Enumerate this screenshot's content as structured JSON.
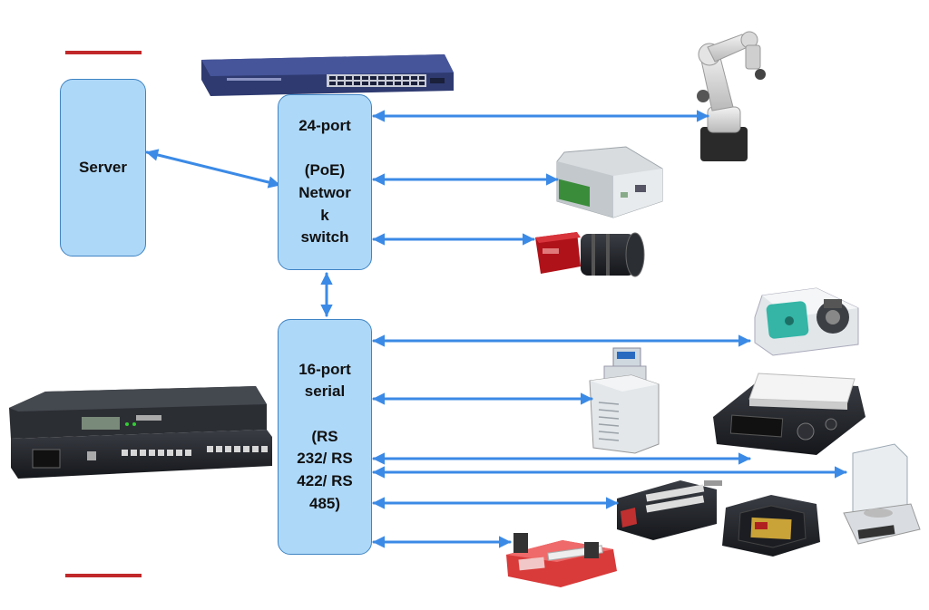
{
  "colors": {
    "box_fill": "#aed8f8",
    "box_border": "#3f84c4",
    "arrow": "#3b8ae6",
    "accent_line": "#c0282a"
  },
  "nodes": {
    "server": {
      "label": "Server"
    },
    "network_switch": {
      "label": "24-port\n\n(PoE)\nNetwor\nk\nswitch"
    },
    "serial_hub": {
      "label": "16-port\nserial\n\n(RS\n232/ RS\n422/ RS\n485)"
    }
  },
  "devices": [
    {
      "id": "poe-network-switch-hardware",
      "icon": "network-switch-icon"
    },
    {
      "id": "robot-arm",
      "icon": "robot-arm-icon"
    },
    {
      "id": "io-controller-module",
      "icon": "io-module-icon"
    },
    {
      "id": "industrial-camera",
      "icon": "camera-icon"
    },
    {
      "id": "serial-device-server-hardware",
      "icon": "serial-server-icon"
    },
    {
      "id": "peristaltic-pump",
      "icon": "peristaltic-pump-icon"
    },
    {
      "id": "chiller-thermostat",
      "icon": "chiller-icon"
    },
    {
      "id": "hotplate-stirrer",
      "icon": "hotplate-icon"
    },
    {
      "id": "analytical-balance",
      "icon": "balance-icon"
    },
    {
      "id": "dual-syringe-pump",
      "icon": "syringe-pump-icon"
    },
    {
      "id": "touchscreen-controller",
      "icon": "touchscreen-icon"
    },
    {
      "id": "syringe-pump",
      "icon": "syringe-pump-icon"
    }
  ],
  "connections": [
    {
      "from": "server",
      "to": "network_switch"
    },
    {
      "from": "network_switch",
      "to": "robot-arm"
    },
    {
      "from": "network_switch",
      "to": "io-controller-module"
    },
    {
      "from": "network_switch",
      "to": "industrial-camera"
    },
    {
      "from": "network_switch",
      "to": "serial_hub"
    },
    {
      "from": "serial_hub",
      "to": "peristaltic-pump"
    },
    {
      "from": "serial_hub",
      "to": "chiller-thermostat"
    },
    {
      "from": "serial_hub",
      "to": "hotplate-stirrer"
    },
    {
      "from": "serial_hub",
      "to": "analytical-balance"
    },
    {
      "from": "serial_hub",
      "to": "dual-syringe-pump"
    },
    {
      "from": "serial_hub",
      "to": "syringe-pump"
    }
  ]
}
